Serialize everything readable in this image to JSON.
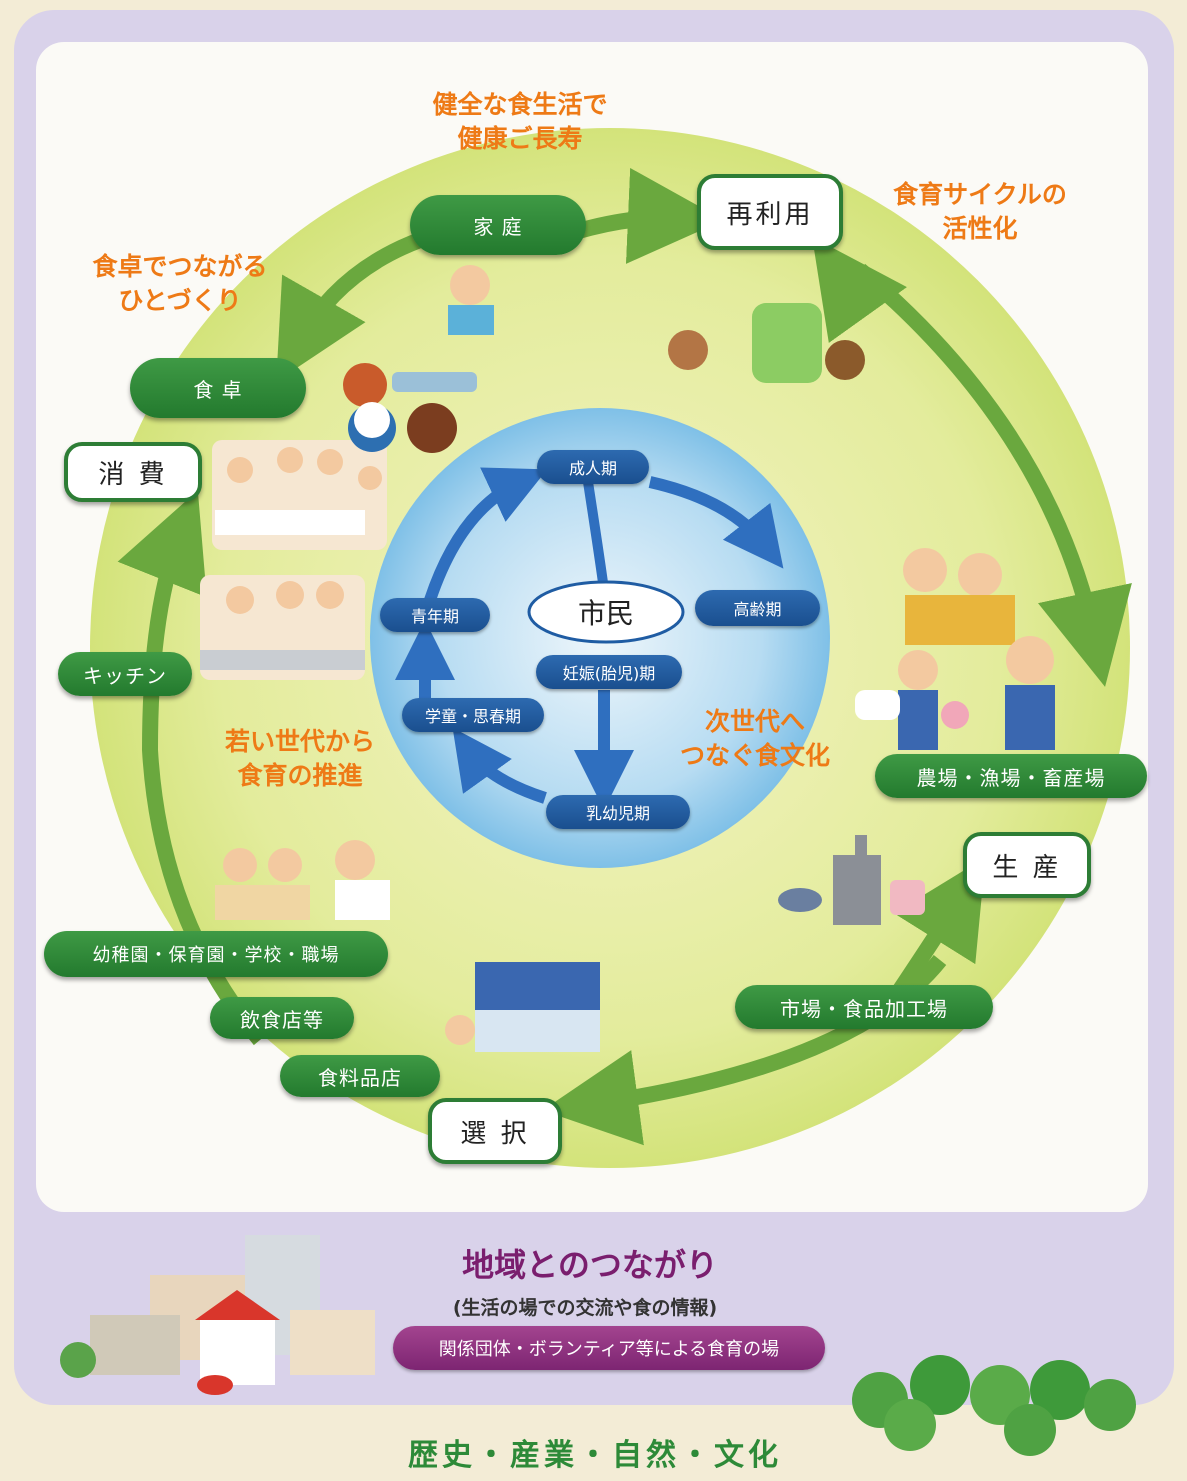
{
  "headings": {
    "top": [
      "健全な食生活で",
      "健康ご長寿"
    ],
    "left": [
      "食卓でつながる",
      "ひとづくり"
    ],
    "right": [
      "食育サイクルの",
      "活性化"
    ],
    "young": [
      "若い世代から",
      "食育の推進"
    ],
    "next": [
      "次世代へ",
      "つなぐ食文化"
    ]
  },
  "nodes": {
    "saiyou": "再利用",
    "shouhi": "消 費",
    "seisan": "生 産",
    "sentaku": "選 択"
  },
  "places": {
    "katei": "家 庭",
    "shokutaku": "食 卓",
    "kitchen": "キッチン",
    "farm": "農場・漁場・畜産場",
    "market": "市場・食品加工場",
    "schools": "幼稚園・保育園・学校・職場",
    "restaurants": "飲食店等",
    "grocery": "食料品店"
  },
  "lifecycle": {
    "center": "市民",
    "adult": "成人期",
    "elderly": "高齢期",
    "youth": "青年期",
    "pregnancy": "妊娠(胎児)期",
    "school": "学童・思春期",
    "infant": "乳幼児期"
  },
  "community": {
    "title": "地域とのつながり",
    "subtitle": "(生活の場での交流や食の情報)",
    "pill": "関係団体・ボランティア等による食育の場"
  },
  "footer": "歴史・産業・自然・文化",
  "colors": {
    "green": "#2d8a38",
    "orange": "#ee7a16",
    "blue": "#1f5ca3",
    "purple": "#8e2f86",
    "lavender": "#d9d2ea"
  }
}
